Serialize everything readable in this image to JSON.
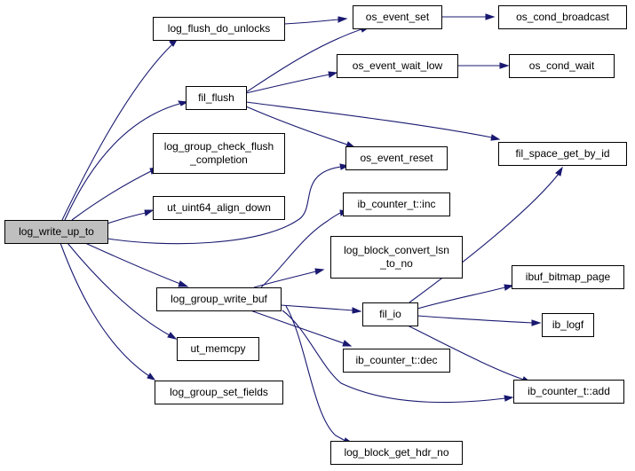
{
  "colors": {
    "edge": "#191970",
    "root_fill": "#bfbfbf",
    "node_fill": "#ffffff",
    "border": "#000000"
  },
  "nodes": [
    {
      "id": "log_write_up_to",
      "lines": [
        "log_write_up_to"
      ],
      "root": true
    },
    {
      "id": "log_flush_do_unlocks",
      "lines": [
        "log_flush_do_unlocks"
      ]
    },
    {
      "id": "fil_flush",
      "lines": [
        "fil_flush"
      ]
    },
    {
      "id": "log_group_check_flush_completion",
      "lines": [
        "log_group_check_flush",
        "_completion"
      ]
    },
    {
      "id": "ut_uint64_align_down",
      "lines": [
        "ut_uint64_align_down"
      ]
    },
    {
      "id": "log_group_write_buf",
      "lines": [
        "log_group_write_buf"
      ]
    },
    {
      "id": "ut_memcpy",
      "lines": [
        "ut_memcpy"
      ]
    },
    {
      "id": "log_group_set_fields",
      "lines": [
        "log_group_set_fields"
      ]
    },
    {
      "id": "os_event_set",
      "lines": [
        "os_event_set"
      ]
    },
    {
      "id": "os_event_wait_low",
      "lines": [
        "os_event_wait_low"
      ]
    },
    {
      "id": "os_event_reset",
      "lines": [
        "os_event_reset"
      ]
    },
    {
      "id": "ib_counter_t_inc",
      "lines": [
        "ib_counter_t::inc"
      ]
    },
    {
      "id": "log_block_convert_lsn_to_no",
      "lines": [
        "log_block_convert_lsn",
        "_to_no"
      ]
    },
    {
      "id": "fil_io",
      "lines": [
        "fil_io"
      ]
    },
    {
      "id": "ib_counter_t_dec",
      "lines": [
        "ib_counter_t::dec"
      ]
    },
    {
      "id": "log_block_get_hdr_no",
      "lines": [
        "log_block_get_hdr_no"
      ]
    },
    {
      "id": "os_cond_broadcast",
      "lines": [
        "os_cond_broadcast"
      ]
    },
    {
      "id": "os_cond_wait",
      "lines": [
        "os_cond_wait"
      ]
    },
    {
      "id": "fil_space_get_by_id",
      "lines": [
        "fil_space_get_by_id"
      ]
    },
    {
      "id": "ibuf_bitmap_page",
      "lines": [
        "ibuf_bitmap_page"
      ]
    },
    {
      "id": "ib_logf",
      "lines": [
        "ib_logf"
      ]
    },
    {
      "id": "ib_counter_t_add",
      "lines": [
        "ib_counter_t::add"
      ]
    }
  ],
  "edges": [
    {
      "from": "log_write_up_to",
      "to": "log_flush_do_unlocks"
    },
    {
      "from": "log_write_up_to",
      "to": "fil_flush"
    },
    {
      "from": "log_write_up_to",
      "to": "log_group_check_flush_completion"
    },
    {
      "from": "log_write_up_to",
      "to": "ut_uint64_align_down"
    },
    {
      "from": "log_write_up_to",
      "to": "os_event_reset"
    },
    {
      "from": "log_write_up_to",
      "to": "log_group_write_buf"
    },
    {
      "from": "log_write_up_to",
      "to": "ut_memcpy"
    },
    {
      "from": "log_write_up_to",
      "to": "log_group_set_fields"
    },
    {
      "from": "log_flush_do_unlocks",
      "to": "os_event_set"
    },
    {
      "from": "fil_flush",
      "to": "os_event_set"
    },
    {
      "from": "fil_flush",
      "to": "os_event_wait_low"
    },
    {
      "from": "fil_flush",
      "to": "os_event_reset"
    },
    {
      "from": "fil_flush",
      "to": "fil_space_get_by_id"
    },
    {
      "from": "os_event_set",
      "to": "os_cond_broadcast"
    },
    {
      "from": "os_event_wait_low",
      "to": "os_cond_wait"
    },
    {
      "from": "log_group_write_buf",
      "to": "ib_counter_t_inc"
    },
    {
      "from": "log_group_write_buf",
      "to": "log_block_convert_lsn_to_no"
    },
    {
      "from": "log_group_write_buf",
      "to": "fil_io"
    },
    {
      "from": "log_group_write_buf",
      "to": "ib_counter_t_dec"
    },
    {
      "from": "log_group_write_buf",
      "to": "log_block_get_hdr_no"
    },
    {
      "from": "log_group_write_buf",
      "to": "ib_counter_t_add"
    },
    {
      "from": "fil_io",
      "to": "fil_space_get_by_id"
    },
    {
      "from": "fil_io",
      "to": "ibuf_bitmap_page"
    },
    {
      "from": "fil_io",
      "to": "ib_logf"
    },
    {
      "from": "fil_io",
      "to": "ib_counter_t_add"
    }
  ]
}
